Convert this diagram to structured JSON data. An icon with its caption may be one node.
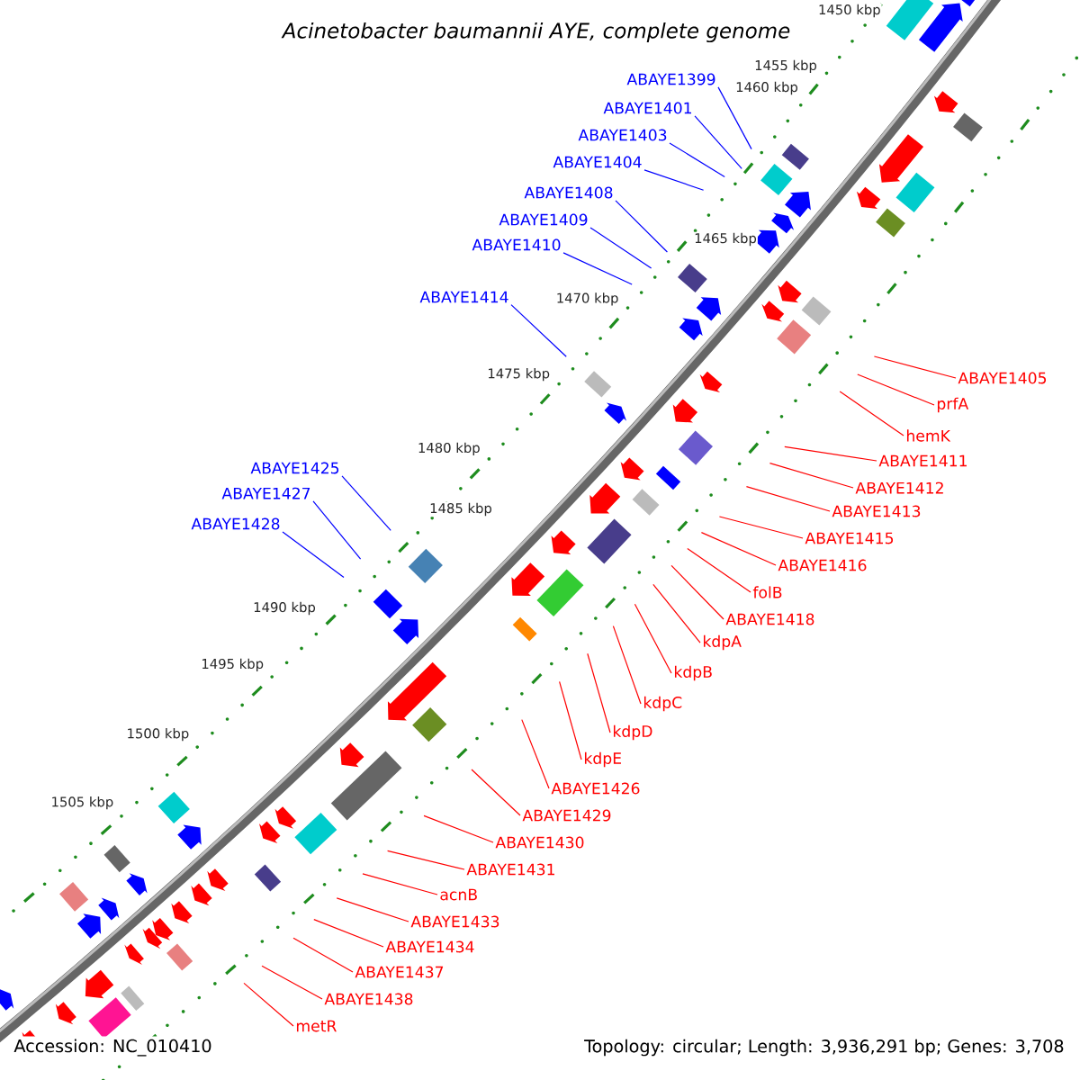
{
  "diagram": {
    "title": "Acinetobacter baumannii AYE, complete genome",
    "nodes": [
      {
        "text": [
          "ABAYE1399"
        ]
      },
      {
        "text": [
          "ABAYE1401"
        ]
      },
      {
        "text": [
          "ABAYE1403"
        ]
      },
      {
        "text": [
          "ABAYE1404"
        ]
      },
      {
        "text": [
          "ABAYE1408"
        ]
      },
      {
        "text": [
          "ABAYE1409"
        ]
      },
      {
        "text": [
          "ABAYE1410"
        ]
      },
      {
        "text": [
          "ABAYE1414"
        ]
      },
      {
        "text": [
          "ABAYE1425"
        ]
      },
      {
        "text": [
          "ABAYE1427"
        ]
      },
      {
        "text": [
          "ABAYE1428"
        ]
      },
      {
        "text": [
          "ABAYE1405"
        ]
      },
      {
        "text": [
          "prfA"
        ]
      },
      {
        "text": [
          "hemK"
        ]
      },
      {
        "text": [
          "ABAYE1411"
        ]
      },
      {
        "text": [
          "ABAYE1412"
        ]
      },
      {
        "text": [
          "ABAYE1413"
        ]
      },
      {
        "text": [
          "ABAYE1415"
        ]
      },
      {
        "text": [
          "ABAYE1416"
        ]
      },
      {
        "text": [
          "folB"
        ]
      },
      {
        "text": [
          "ABAYE1418"
        ]
      },
      {
        "text": [
          "kdpA"
        ]
      },
      {
        "text": [
          "kdpB"
        ]
      },
      {
        "text": [
          "kdpC"
        ]
      },
      {
        "text": [
          "kdpD"
        ]
      },
      {
        "text": [
          "kdpE"
        ]
      },
      {
        "text": [
          "ABAYE1426"
        ]
      },
      {
        "text": [
          "ABAYE1429"
        ]
      },
      {
        "text": [
          "ABAYE1430"
        ]
      },
      {
        "text": [
          "ABAYE1431"
        ]
      },
      {
        "text": [
          "acnB"
        ]
      },
      {
        "text": [
          "ABAYE1433"
        ]
      },
      {
        "text": [
          "ABAYE1434"
        ]
      },
      {
        "text": [
          "ABAYE1437"
        ]
      },
      {
        "text": [
          "ABAYE1438"
        ]
      },
      {
        "text": [
          "metR"
        ]
      }
    ],
    "edges": [
      {
        "from": 0,
        "to": null,
        "arrow": "none",
        "color": "#0000ff"
      },
      {
        "from": 1,
        "to": null,
        "arrow": "none",
        "color": "#0000ff"
      },
      {
        "from": 2,
        "to": null,
        "arrow": "none",
        "color": "#0000ff"
      },
      {
        "from": 3,
        "to": null,
        "arrow": "none",
        "color": "#0000ff"
      },
      {
        "from": 4,
        "to": null,
        "arrow": "none",
        "color": "#0000ff"
      },
      {
        "from": 5,
        "to": null,
        "arrow": "none",
        "color": "#0000ff"
      },
      {
        "from": 6,
        "to": null,
        "arrow": "none",
        "color": "#0000ff"
      },
      {
        "from": 7,
        "to": null,
        "arrow": "none",
        "color": "#0000ff"
      },
      {
        "from": 8,
        "to": null,
        "arrow": "none",
        "color": "#0000ff"
      },
      {
        "from": 9,
        "to": null,
        "arrow": "none",
        "color": "#0000ff"
      },
      {
        "from": 10,
        "to": null,
        "arrow": "none",
        "color": "#0000ff"
      },
      {
        "from": 11,
        "to": null,
        "arrow": "none"
      },
      {
        "from": 12,
        "to": null,
        "arrow": "none"
      },
      {
        "from": 13,
        "to": null,
        "arrow": "none"
      },
      {
        "from": 14,
        "to": null,
        "arrow": "none"
      },
      {
        "from": 15,
        "to": null,
        "arrow": "none"
      },
      {
        "from": 16,
        "to": null,
        "arrow": "none"
      },
      {
        "from": 17,
        "to": null,
        "arrow": "none"
      },
      {
        "from": 18,
        "to": null,
        "arrow": "none"
      },
      {
        "from": 19,
        "to": null,
        "arrow": "none"
      },
      {
        "from": 20,
        "to": null,
        "arrow": "none"
      },
      {
        "from": 21,
        "to": null,
        "arrow": "none"
      },
      {
        "from": 22,
        "to": null,
        "arrow": "none"
      },
      {
        "from": 23,
        "to": null,
        "arrow": "none"
      },
      {
        "from": 24,
        "to": null,
        "arrow": "none"
      },
      {
        "from": 25,
        "to": null,
        "arrow": "none"
      },
      {
        "from": 26,
        "to": null,
        "arrow": "none"
      },
      {
        "from": 27,
        "to": null,
        "arrow": "none"
      },
      {
        "from": 28,
        "to": null,
        "arrow": "none"
      },
      {
        "from": 29,
        "to": null,
        "arrow": "none"
      },
      {
        "from": 30,
        "to": null,
        "arrow": "none"
      },
      {
        "from": 31,
        "to": null,
        "arrow": "none"
      },
      {
        "from": 32,
        "to": null,
        "arrow": "none"
      },
      {
        "from": 33,
        "to": null,
        "arrow": "none"
      },
      {
        "from": 34,
        "to": null,
        "arrow": "none"
      },
      {
        "from": 35,
        "to": null,
        "arrow": "none"
      }
    ],
    "labels": [
      "1450 kbp",
      "1455 kbp",
      "1460 kbp",
      "1465 kbp",
      "1470 kbp",
      "1475 kbp",
      "1480 kbp",
      "1485 kbp",
      "1490 kbp",
      "1495 kbp",
      "1500 kbp",
      "1505 kbp",
      "Accession: NC_010410",
      "Topology: circular; Length: 3,936,291 bp; Genes: 3,708"
    ]
  }
}
